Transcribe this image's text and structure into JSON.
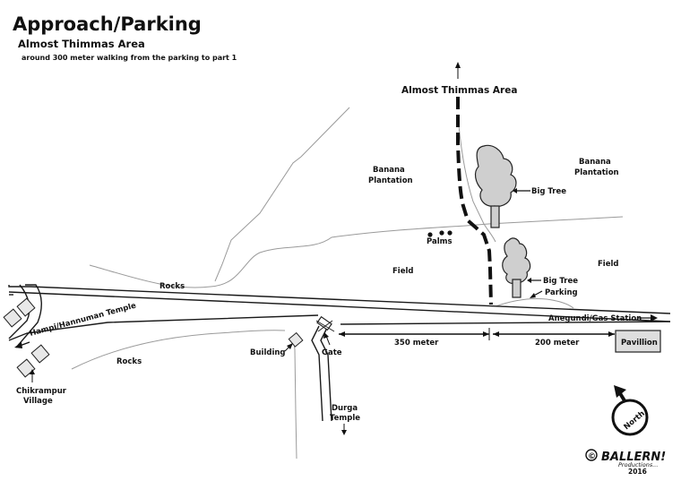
{
  "header": {
    "title": "Approach/Parking",
    "area": "Almost Thimmas Area",
    "note": "around 300 meter walking from the parking to part 1"
  },
  "labels": {
    "destination": "Almost Thimmas Area",
    "banana_left_1": "Banana",
    "banana_left_2": "Plantation",
    "banana_right_1": "Banana",
    "banana_right_2": "Plantation",
    "big_tree_top": "Big Tree",
    "big_tree_bottom": "Big Tree",
    "palms": "Palms",
    "field_left": "Field",
    "field_right": "Field",
    "parking": "Parking",
    "rocks_top": "Rocks",
    "rocks_bottom": "Rocks",
    "road_left": "Hampi/Hannuman Temple",
    "road_right": "Anegundi/Gas Station",
    "village_1": "Chikrampur",
    "village_2": "Village",
    "building": "Building",
    "gate": "Gate",
    "temple_1": "Durga",
    "temple_2": "Temple",
    "dist_1": "350 meter",
    "dist_2": "200 meter",
    "pavillion": "Pavillion",
    "north": "North"
  },
  "credits": {
    "copyright": "©",
    "brand": "BALLERN!",
    "sub": "Productions...",
    "year": "2016"
  }
}
